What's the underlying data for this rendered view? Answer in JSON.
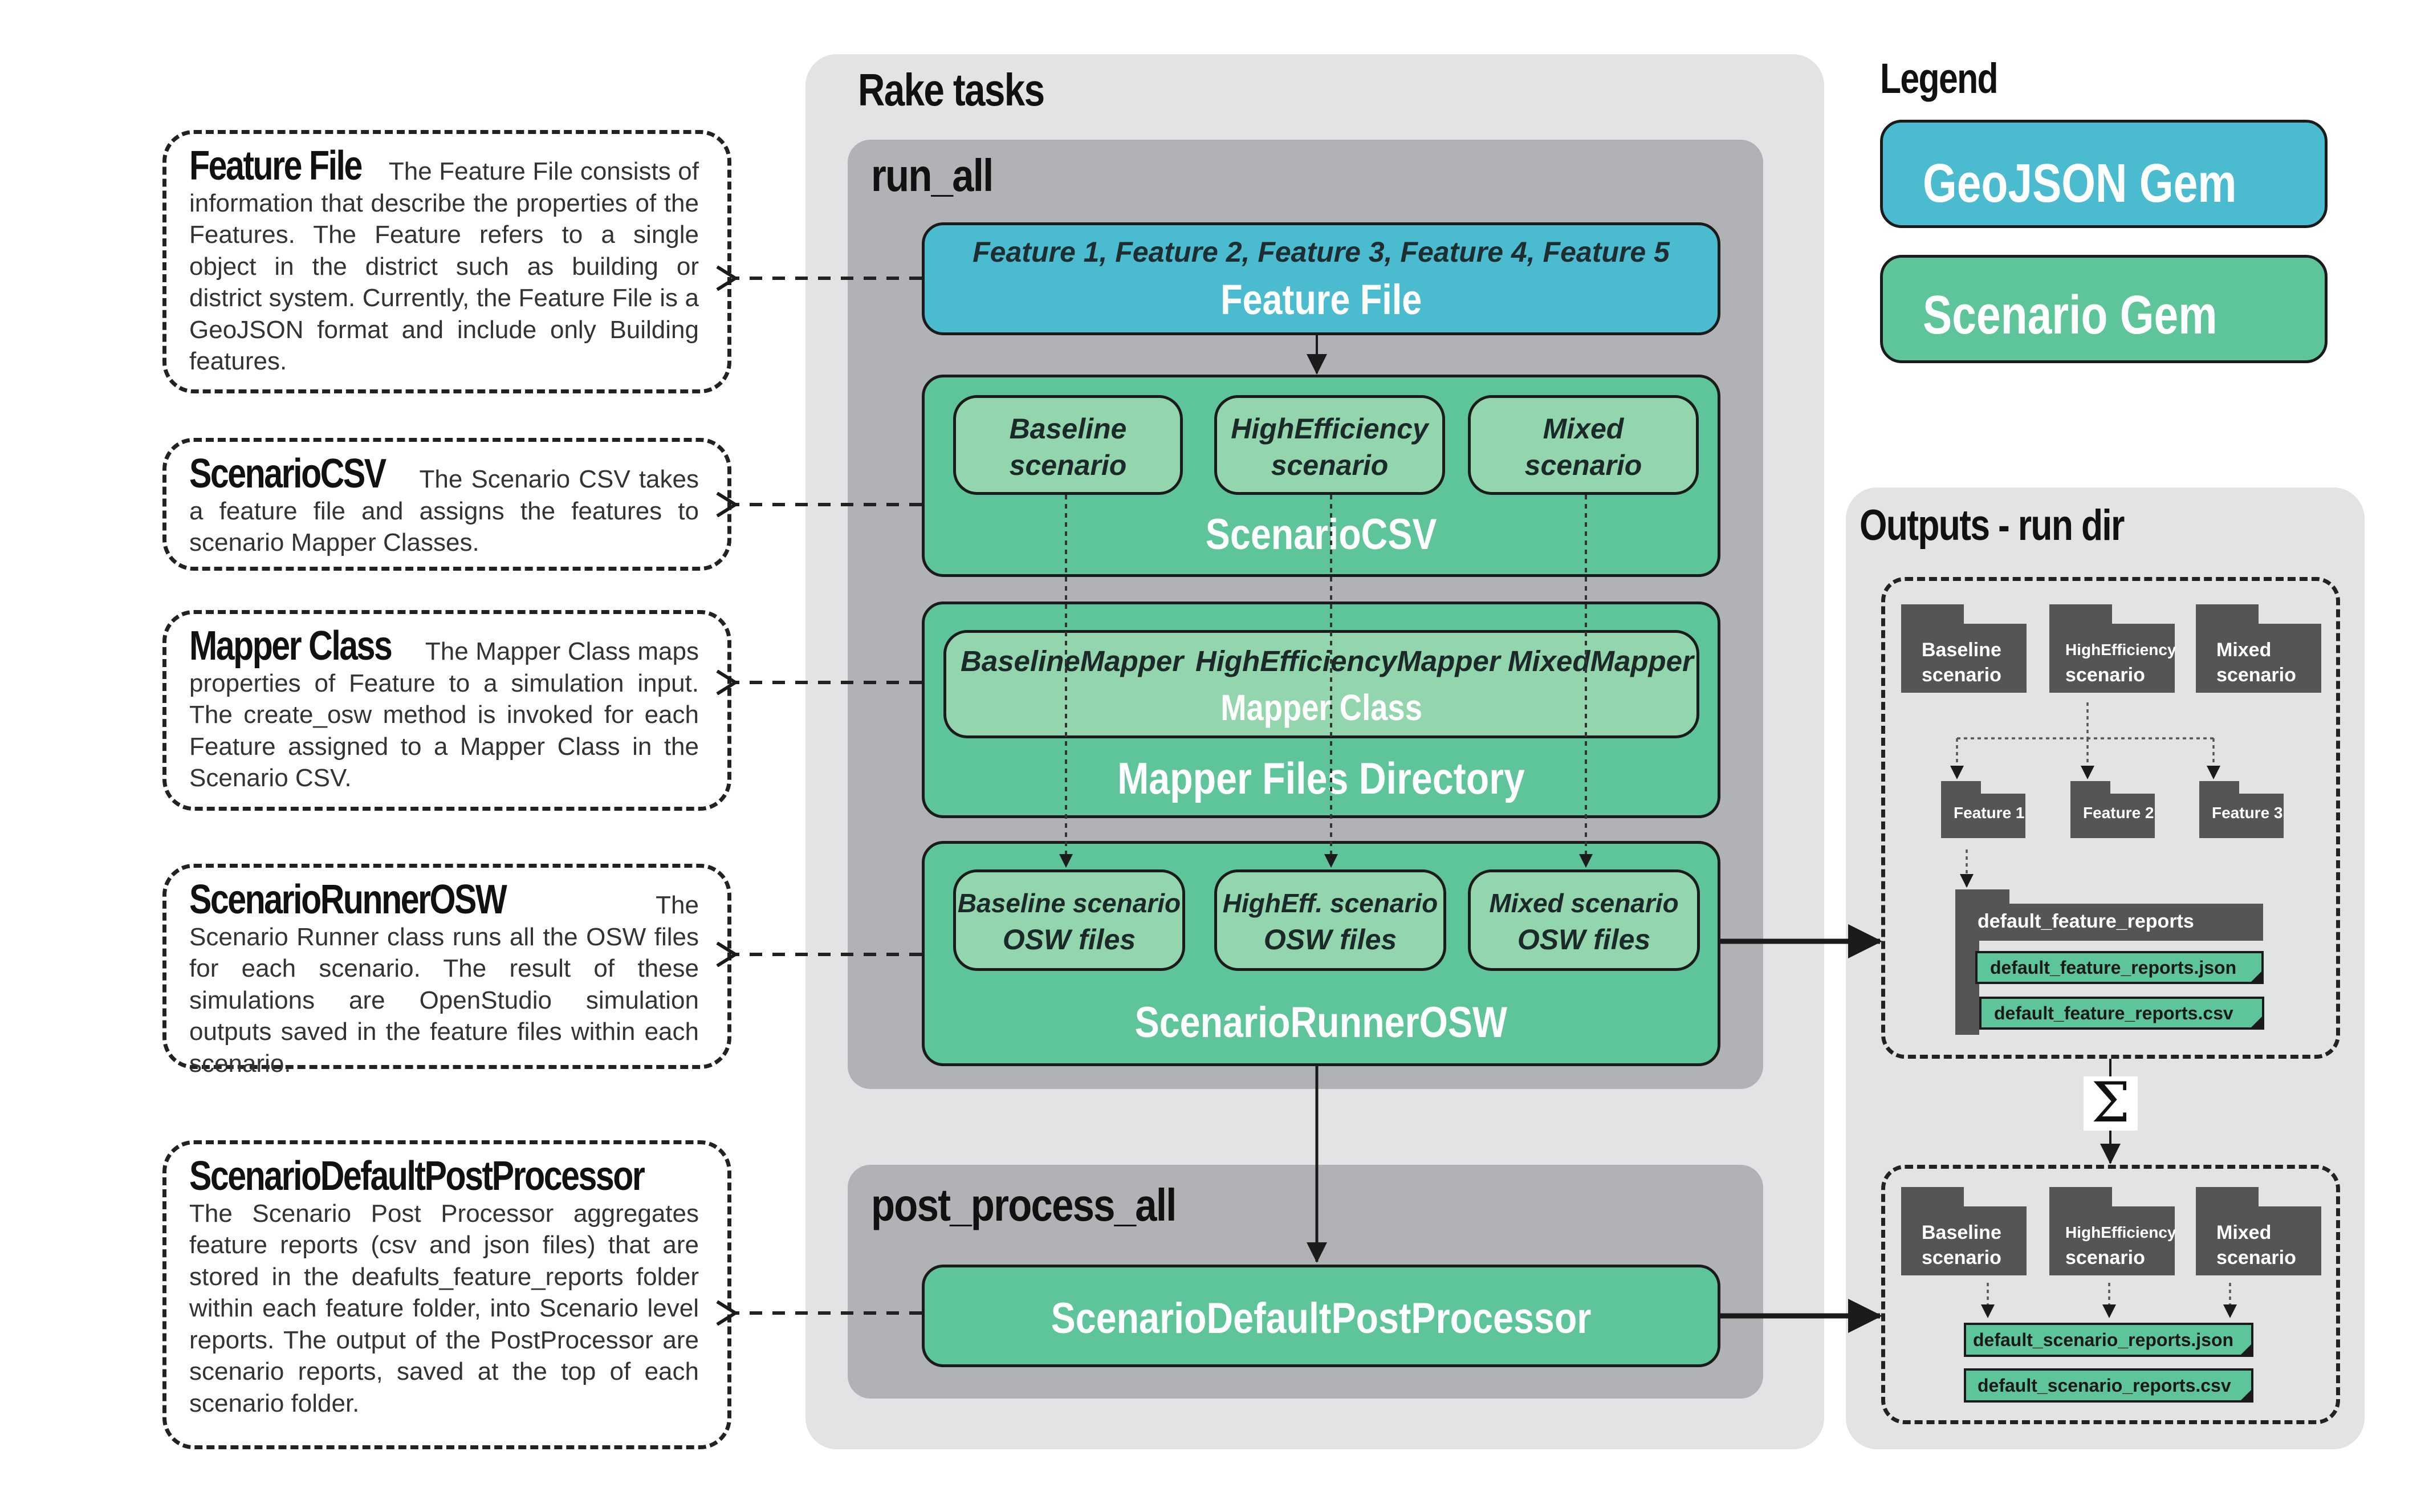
{
  "legend": {
    "title": "Legend",
    "geojson_label": "GeoJSON Gem",
    "scenario_label": "Scenario Gem",
    "colors": {
      "geojson": "#4bbcd0",
      "scenario": "#5ec49a",
      "scenario_light": "#93d6ae"
    }
  },
  "descriptions": [
    {
      "title": "Feature File",
      "body": "The Feature File consists of information that describe the properties of the Features. The Feature refers to a single object in the district such as building or district system. Currently, the Feature File is a GeoJSON format and include only Building features."
    },
    {
      "title": "ScenarioCSV",
      "body": "The Scenario CSV takes a feature file and assigns the features to scenario Mapper Classes."
    },
    {
      "title": "Mapper Class",
      "body": "The Mapper Class maps properties of Feature to a simulation input. The create_osw method is invoked for each Feature assigned to a Mapper Class in the Scenario CSV."
    },
    {
      "title": "ScenarioRunnerOSW",
      "body": "The Scenario Runner class runs all the OSW files for each scenario. The result of these simulations are OpenStudio simulation outputs saved in the feature files within each scenario."
    },
    {
      "title": "ScenarioDefaultPostProcessor",
      "body": "The Scenario Post Processor aggregates feature reports (csv and json files) that are stored in the deafults_feature_reports folder within each feature folder,  into Scenario level reports. The output of the PostProcessor are scenario reports, saved at the top of each scenario folder."
    }
  ],
  "rake": {
    "title": "Rake tasks",
    "run_all": {
      "title": "run_all",
      "feature_file": {
        "features": "Feature 1, Feature 2, Feature 3, Feature 4, Feature 5",
        "label": "Feature File"
      },
      "scenario_csv": {
        "label": "ScenarioCSV",
        "scenarios": [
          {
            "line1": "Baseline",
            "line2": "scenario"
          },
          {
            "line1": "HighEfficiency",
            "line2": "scenario"
          },
          {
            "line1": "Mixed",
            "line2": "scenario"
          }
        ]
      },
      "mapper": {
        "mappers": [
          "BaselineMapper",
          "HighEfficiencyMapper",
          "MixedMapper"
        ],
        "class_label": "Mapper Class",
        "directory_label": "Mapper Files Directory"
      },
      "runner": {
        "label": "ScenarioRunnerOSW",
        "osw": [
          {
            "line1": "Baseline scenario",
            "line2": "OSW files"
          },
          {
            "line1": "HighEff. scenario",
            "line2": "OSW files"
          },
          {
            "line1": "Mixed scenario",
            "line2": "OSW files"
          }
        ]
      }
    },
    "post_process_all": {
      "title": "post_process_all",
      "processor_label": "ScenarioDefaultPostProcessor"
    }
  },
  "outputs": {
    "title": "Outputs - run dir",
    "scenario_folders": [
      {
        "line1": "Baseline",
        "line2": "scenario"
      },
      {
        "line1": "HighEfficiency",
        "line2": "scenario"
      },
      {
        "line1": "Mixed",
        "line2": "scenario"
      }
    ],
    "feature_folders": [
      "Feature 1",
      "Feature 2",
      "Feature 3"
    ],
    "reports_folder": "default_feature_reports",
    "feature_files": [
      "default_feature_reports.json",
      "default_feature_reports.csv"
    ],
    "sum_symbol": "Σ",
    "scenario_files": [
      "default_scenario_reports.json",
      "default_scenario_reports.csv"
    ]
  }
}
